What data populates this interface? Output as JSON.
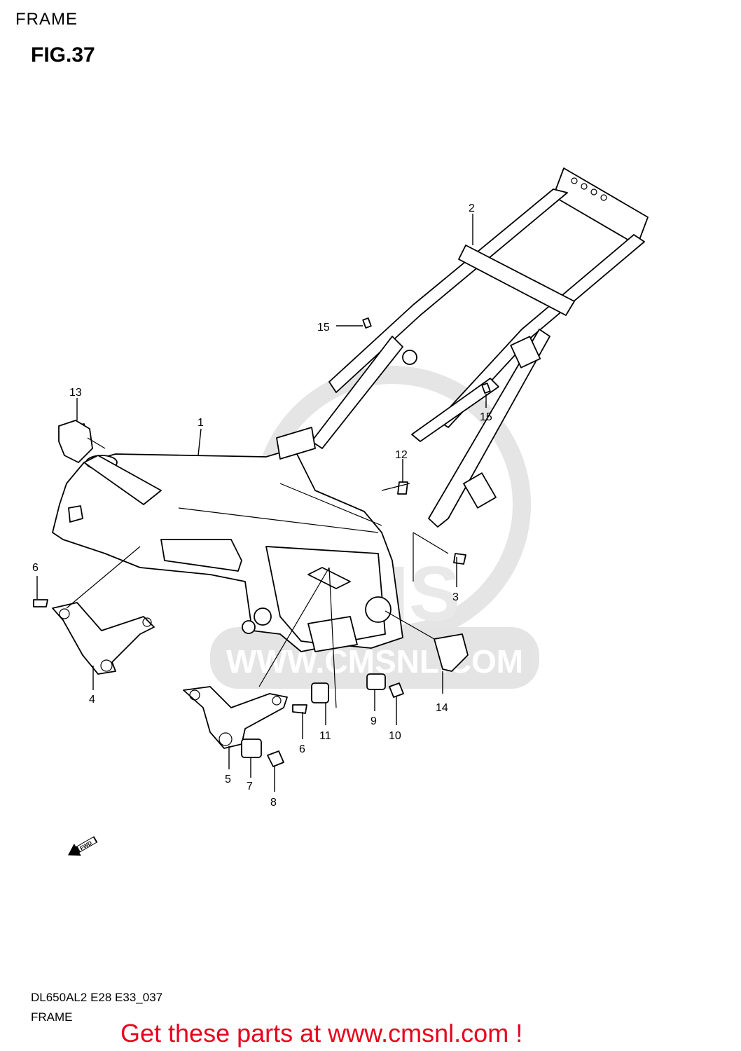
{
  "header": {
    "section_title": "FRAME",
    "figure_number": "FIG.37"
  },
  "diagram": {
    "watermark_text": "WWW.CMSNL.COM",
    "watermark_logo_text": "CMS",
    "callouts": [
      {
        "id": "c1",
        "label": "1"
      },
      {
        "id": "c2",
        "label": "2"
      },
      {
        "id": "c3",
        "label": "3"
      },
      {
        "id": "c4",
        "label": "4"
      },
      {
        "id": "c5",
        "label": "5"
      },
      {
        "id": "c6a",
        "label": "6"
      },
      {
        "id": "c6b",
        "label": "6"
      },
      {
        "id": "c7",
        "label": "7"
      },
      {
        "id": "c8",
        "label": "8"
      },
      {
        "id": "c9",
        "label": "9"
      },
      {
        "id": "c10",
        "label": "10"
      },
      {
        "id": "c11",
        "label": "11"
      },
      {
        "id": "c12",
        "label": "12"
      },
      {
        "id": "c13",
        "label": "13"
      },
      {
        "id": "c14",
        "label": "14"
      },
      {
        "id": "c15a",
        "label": "15"
      },
      {
        "id": "c15b",
        "label": "15"
      }
    ],
    "fwd_arrow_label": "FWD"
  },
  "footer": {
    "model_code": "DL650AL2 E28 E33_037",
    "section_title": "FRAME",
    "call_to_action": "Get these parts at www.cmsnl.com !",
    "cta_color": "#e8001c"
  }
}
